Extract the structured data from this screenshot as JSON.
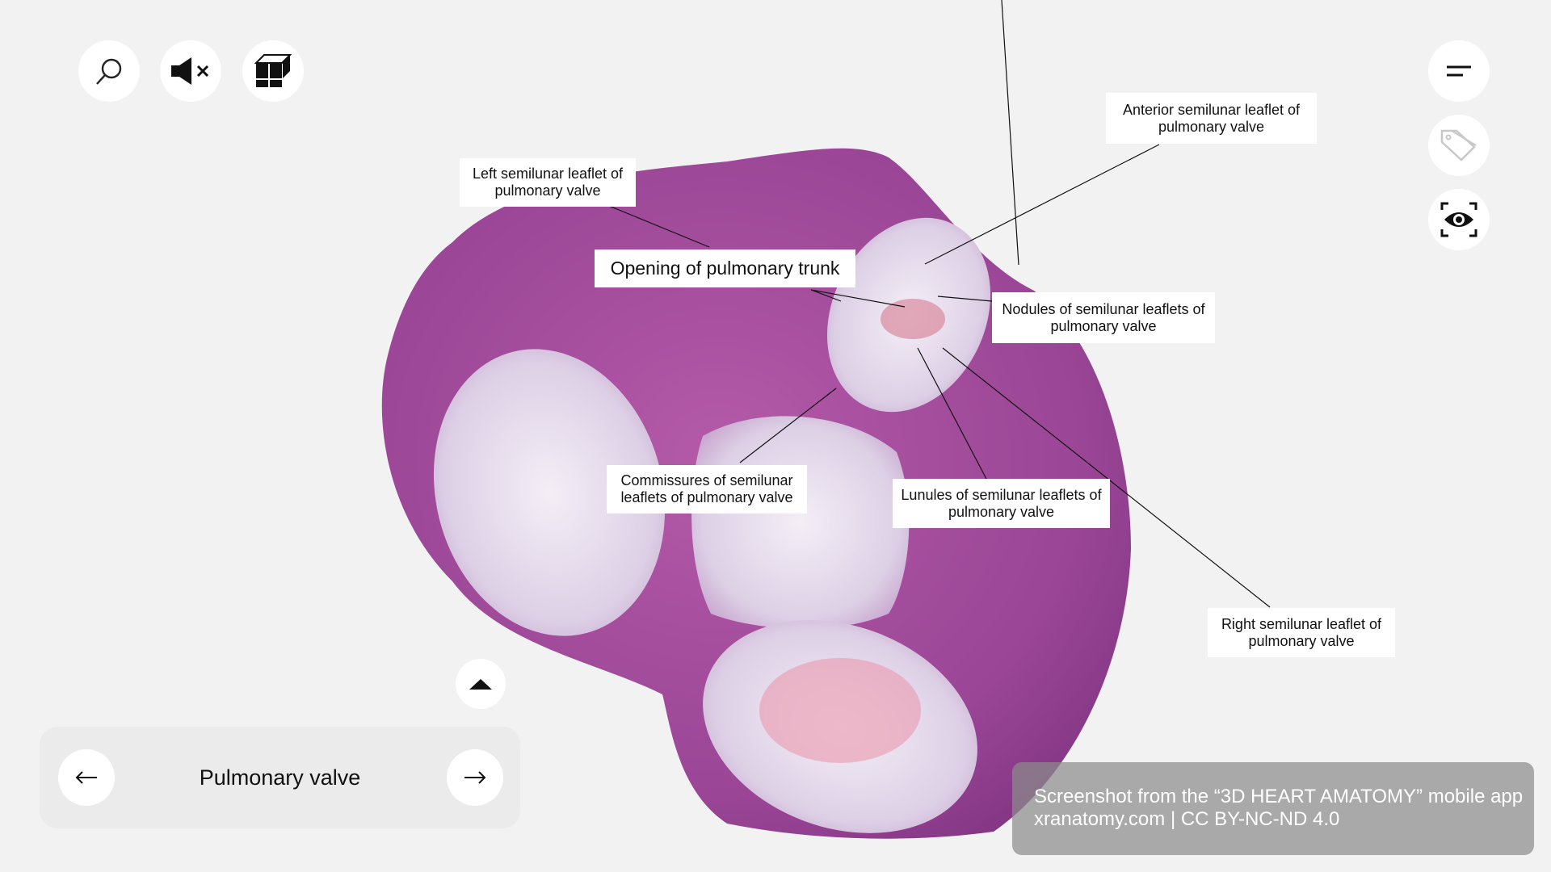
{
  "toolbar": {
    "search_icon": "search-icon",
    "mute_icon": "speaker-muted-icon",
    "layers_icon": "layers-icon"
  },
  "right_toolbar": {
    "menu_icon": "menu-icon",
    "tag_icon": "tag-icon",
    "eye_icon": "eye-focus-icon"
  },
  "labels": {
    "left_leaflet": "Left semilunar leaflet of pulmonary valve",
    "opening": "Opening of pulmonary trunk",
    "anterior_leaflet": "Anterior semilunar leaflet of pulmonary valve",
    "nodules": "Nodules of semilunar leaflets of pulmonary valve",
    "commissures": "Commissures of semilunar leaflets of pulmonary valve",
    "lunules": "Lunules of semilunar leaflets of pulmonary valve",
    "right_leaflet": "Right semilunar leaflet of pulmonary valve"
  },
  "nav": {
    "title": "Pulmonary valve",
    "prev_icon": "arrow-left-icon",
    "next_icon": "arrow-right-icon",
    "expand_icon": "caret-up-icon"
  },
  "watermark": {
    "line1": "Screenshot from the “3D HEART AMATOMY” mobile app",
    "line2": "xranatomy.com | CC BY-NC-ND 4.0"
  },
  "colors": {
    "background": "#f1f2f1",
    "heart": "#a24a9c",
    "valve": "#e6dcec"
  }
}
